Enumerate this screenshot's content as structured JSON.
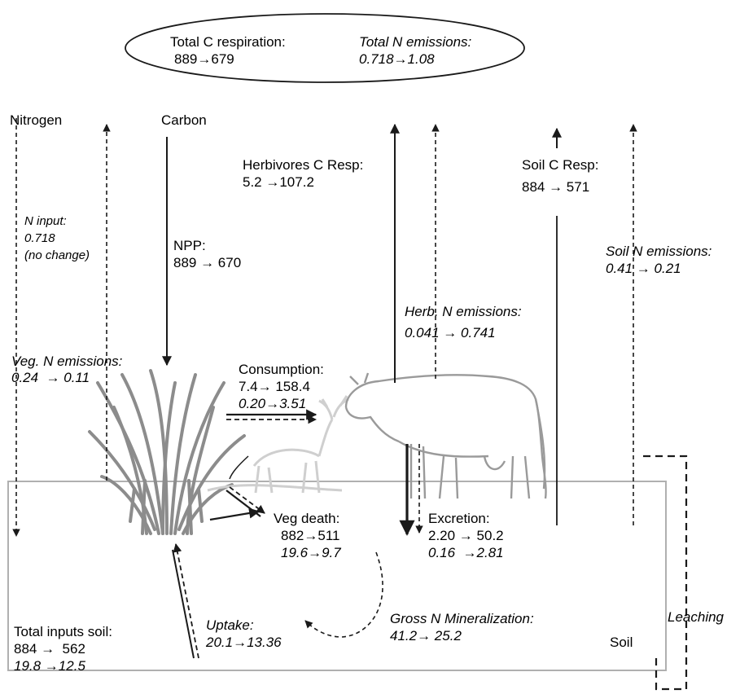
{
  "summary": {
    "c_resp_label": "Total C respiration:",
    "c_resp_value": "889→679",
    "n_em_label": "Total N emissions:",
    "n_em_value": "0.718→1.08"
  },
  "headings": {
    "nitrogen": "Nitrogen",
    "carbon": "Carbon",
    "soil": "Soil"
  },
  "n_input": {
    "label": "N input:",
    "value": "0.718",
    "note": "(no change)"
  },
  "npp": {
    "label": "NPP:",
    "value": "889 → 670"
  },
  "herb_c_resp": {
    "label": "Herbivores C Resp:",
    "value": "5.2 →107.2"
  },
  "soil_c_resp": {
    "label": "Soil C Resp:",
    "value": "884 → 571"
  },
  "soil_n_em": {
    "label": "Soil N emissions:",
    "value": "0.41 → 0.21"
  },
  "herb_n_em": {
    "label": "Herb. N emissions:",
    "value": "0.041 → 0.741"
  },
  "veg_n_em": {
    "label": "Veg. N emissions:",
    "value": "0.24  → 0.11"
  },
  "consumption": {
    "label": "Consumption:",
    "c_value": "7.4→ 158.4",
    "n_value": "0.20→3.51"
  },
  "veg_death": {
    "label": "Veg death:",
    "c_value": "882→511",
    "n_value": "19.6→9.7"
  },
  "excretion": {
    "label": "Excretion:",
    "c_value": "2.20 → 50.2",
    "n_value": "0.16  →2.81"
  },
  "uptake": {
    "label": "Uptake:",
    "value": "20.1→13.36"
  },
  "gross_n_min": {
    "label": "Gross N Mineralization:",
    "value": "41.2→ 25.2"
  },
  "total_inputs": {
    "label": "Total inputs soil:",
    "c_value": "884 →  562",
    "n_value": "19.8 →12.5"
  },
  "leaching": {
    "label": "Leaching"
  },
  "colors": {
    "line": "#1a1a1a",
    "soil_box": "#b0b0b0",
    "grass": "#8c8c8c",
    "cow": "#9a9a9a",
    "deer": "#cfcfcf"
  }
}
